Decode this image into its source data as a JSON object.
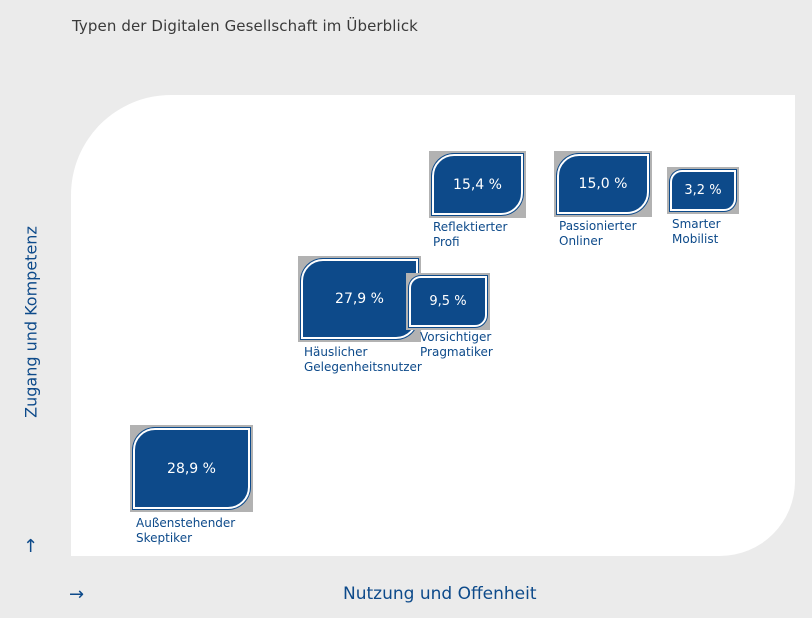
{
  "title": "Typen der Digitalen Gesellschaft im Überblick",
  "axes": {
    "y_label": "Zugang und Kompetenz",
    "x_label": "Nutzung und Offenheit",
    "y_arrow": "↑",
    "x_arrow": "→"
  },
  "types": [
    {
      "value": "28,9 %",
      "label_line1": "Außenstehender",
      "label_line2": "Skeptiker"
    },
    {
      "value": "27,9 %",
      "label_line1": "Häuslicher",
      "label_line2": "Gelegenheitsnutzer"
    },
    {
      "value": "9,5 %",
      "label_line1": "Vorsichtiger",
      "label_line2": "Pragmatiker"
    },
    {
      "value": "15,4 %",
      "label_line1": "Reflektierter",
      "label_line2": "Profi"
    },
    {
      "value": "15,0 %",
      "label_line1": "Passionierter",
      "label_line2": "Onliner"
    },
    {
      "value": "3,2 %",
      "label_line1": "Smarter",
      "label_line2": "Mobilist"
    }
  ],
  "colors": {
    "accent": "#0d4a8a",
    "tile_frame": "#b2b2b2",
    "background": "#ebebeb",
    "panel": "#ffffff"
  }
}
